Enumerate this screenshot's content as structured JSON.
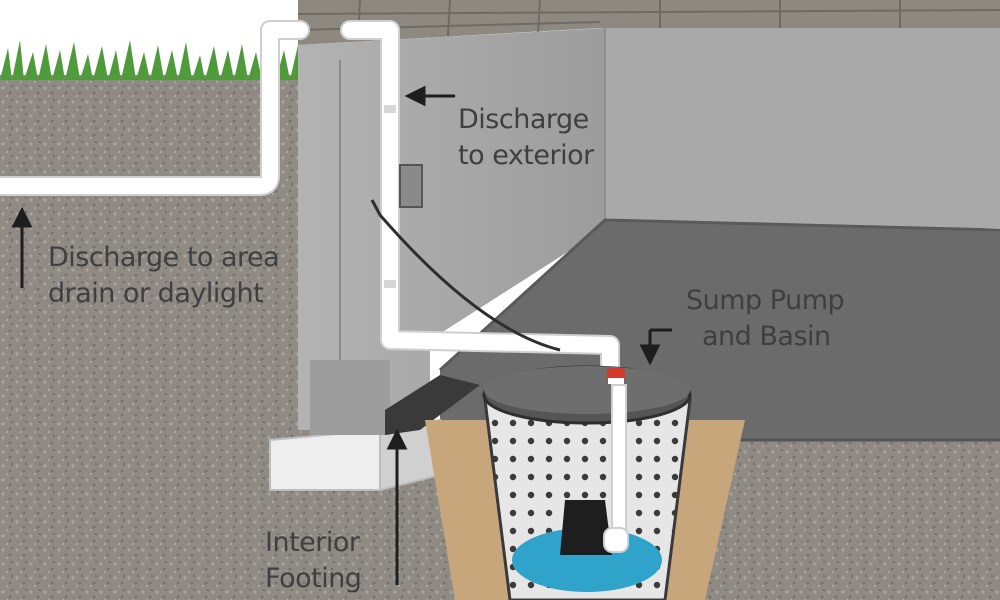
{
  "labels": {
    "discharge_exterior": [
      "Discharge",
      "to exterior"
    ],
    "discharge_area": [
      "Discharge to area",
      "drain or daylight"
    ],
    "sump_pump": [
      "Sump Pump",
      "and Basin"
    ],
    "interior_footing": [
      "Interior",
      "Footing"
    ]
  },
  "colors": {
    "soil": "#8f8a84",
    "wall": "#a7a7a7",
    "floor": "#6b6b6b",
    "pipe": "#ffffff",
    "grass": "#4f9a3a",
    "water": "#2fa3c9",
    "footing": "#eeeeee",
    "sand": "#c8a67c",
    "text": "#3f3f3f"
  }
}
